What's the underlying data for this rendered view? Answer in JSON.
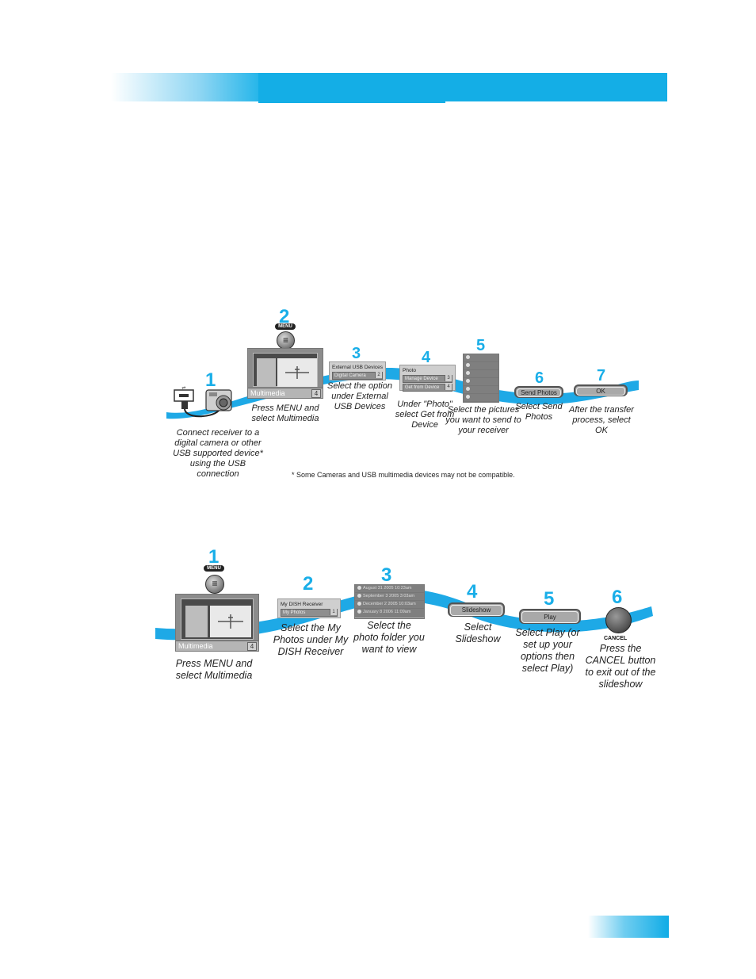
{
  "colors": {
    "accent": "#14aee6",
    "wave": "#1ea9e6"
  },
  "icons": {
    "menu": "menu-icon",
    "cancel": "cancel-icon",
    "camera": "camera-icon",
    "usb": "usb-icon"
  },
  "section1": {
    "steps": [
      {
        "num": "1",
        "caption": "Connect receiver to a digital camera or other USB supported device* using the USB connection"
      },
      {
        "num": "2",
        "menu_tag": "MENU",
        "tv_bar": "Multimedia",
        "tv_num": "4",
        "caption": "Press MENU and select Multimedia"
      },
      {
        "num": "3",
        "panel_title": "External USB Devices",
        "field": "Digital Camera",
        "field_num": "2",
        "caption": "Select the option under External USB Devices"
      },
      {
        "num": "4",
        "panel_title": "Photo",
        "fields": [
          {
            "label": "Manage Device",
            "num": "3"
          },
          {
            "label": "Get from Device",
            "num": "4"
          }
        ],
        "caption": "Under \"Photo\" select Get from Device"
      },
      {
        "num": "5",
        "caption": "Select the pictures you want to send to your receiver"
      },
      {
        "num": "6",
        "button": "Send Photos",
        "caption": "Select Send Photos"
      },
      {
        "num": "7",
        "button": "OK",
        "caption": "After the transfer process, select OK"
      }
    ],
    "footnote": "* Some Cameras and USB multimedia devices may not be compatible."
  },
  "section2": {
    "steps": [
      {
        "num": "1",
        "menu_tag": "MENU",
        "tv_bar": "Multimedia",
        "tv_num": "4",
        "caption": "Press MENU and select Multimedia"
      },
      {
        "num": "2",
        "panel_title": "My DISH Receiver",
        "field": "My Photos",
        "field_num": "1",
        "caption": "Select the My Photos under My DISH Receiver"
      },
      {
        "num": "3",
        "rows": [
          "August 31 2005 10:23am",
          "September 3 2005 3:03am",
          "December 2 2005 10:03am",
          "January 8 2006 11:09am"
        ],
        "caption": "Select the photo folder you want to view"
      },
      {
        "num": "4",
        "button": "Slideshow",
        "caption": "Select Slideshow"
      },
      {
        "num": "5",
        "button": "Play",
        "caption": "Select Play (or set up your options then select Play)"
      },
      {
        "num": "6",
        "cancel_label": "CANCEL",
        "caption": "Press the CANCEL button to exit out of the slideshow"
      }
    ]
  }
}
